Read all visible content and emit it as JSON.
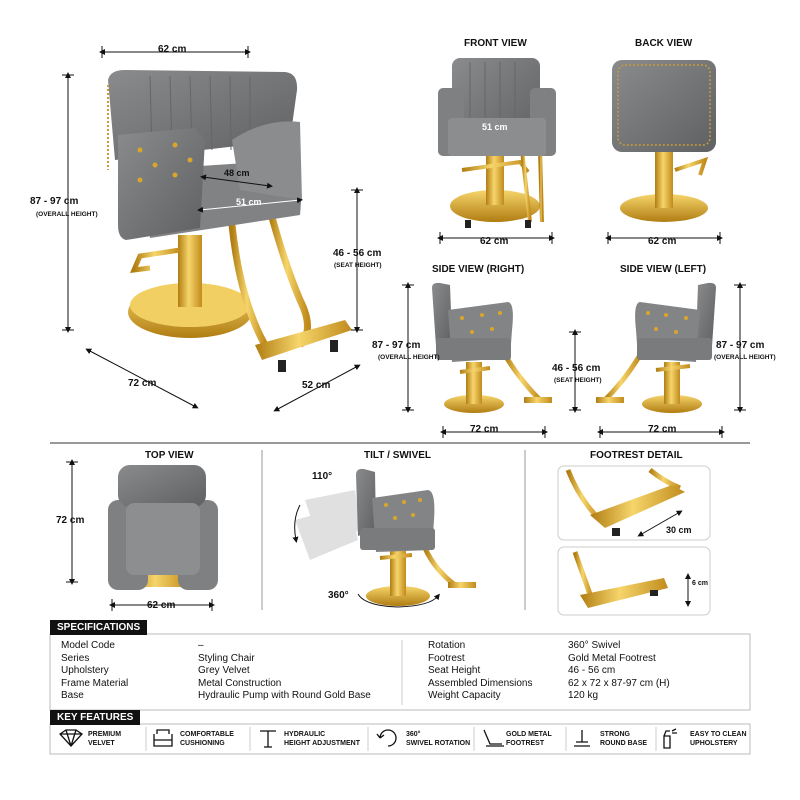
{
  "main_view": {
    "width": "62 cm",
    "height": "87 - 97 cm",
    "height_note": "(OVERALL HEIGHT)",
    "seat_depth": "48 cm",
    "seat_width": "51 cm",
    "seat_height": "46 - 56 cm",
    "seat_height_note": "(SEAT HEIGHT)",
    "depth": "72 cm",
    "footrest": "52 cm"
  },
  "front_view": {
    "title": "FRONT VIEW",
    "seat_width": "51 cm",
    "width": "62 cm"
  },
  "back_view": {
    "title": "BACK VIEW",
    "width": "62 cm"
  },
  "side_right": {
    "title": "SIDE VIEW (RIGHT)",
    "height": "87 - 97 cm",
    "height_note": "(OVERALL HEIGHT)",
    "depth": "72 cm"
  },
  "side_left": {
    "title": "SIDE VIEW (LEFT)",
    "height": "87 - 97 cm",
    "height_note": "(OVERALL HEIGHT)",
    "seat_height": "46 - 56 cm",
    "seat_height_note": "(SEAT HEIGHT)",
    "depth": "72 cm"
  },
  "top_view": {
    "title": "TOP VIEW",
    "depth": "72 cm",
    "width": "62 cm"
  },
  "tilt_view": {
    "title": "TILT / SWIVEL",
    "tilt": "110°",
    "swivel": "360°"
  },
  "footrest_detail": {
    "title": "FOOTREST DETAIL",
    "length": "30 cm",
    "height": "6 cm"
  },
  "specifications": {
    "title": "SPECIFICATIONS",
    "left": [
      {
        "label": "Model Code",
        "value": "–"
      },
      {
        "label": "Series",
        "value": "Styling Chair"
      },
      {
        "label": "Upholstery",
        "value": "Grey Velvet"
      },
      {
        "label": "Frame Material",
        "value": "Metal Construction"
      },
      {
        "label": "Base",
        "value": "Hydraulic Pump with Round Gold Base"
      }
    ],
    "right": [
      {
        "label": "Rotation",
        "value": "360° Swivel"
      },
      {
        "label": "Footrest",
        "value": "Gold Metal Footrest"
      },
      {
        "label": "Seat Height",
        "value": "46 - 56 cm"
      },
      {
        "label": "Assembled Dimensions",
        "value": "62 x 72 x 87-97 cm (H)"
      },
      {
        "label": "Weight Capacity",
        "value": "120 kg"
      }
    ]
  },
  "key_features": {
    "title": "KEY FEATURES",
    "items": [
      {
        "icon": "diamond-icon",
        "line1": "PREMIUM",
        "line2": "VELVET"
      },
      {
        "icon": "sofa-icon",
        "line1": "COMFORTABLE",
        "line2": "CUSHIONING"
      },
      {
        "icon": "hydraulic-icon",
        "line1": "HYDRAULIC",
        "line2": "HEIGHT ADJUSTMENT"
      },
      {
        "icon": "rotate-icon",
        "line1": "360°",
        "line2": "SWIVEL ROTATION"
      },
      {
        "icon": "footrest-icon",
        "line1": "GOLD METAL",
        "line2": "FOOTREST"
      },
      {
        "icon": "base-icon",
        "line1": "STRONG",
        "line2": "ROUND BASE"
      },
      {
        "icon": "spray-icon",
        "line1": "EASY TO CLEAN",
        "line2": "UPHOLSTERY"
      }
    ]
  },
  "colors": {
    "velvet": "#77787a",
    "velvet_dark": "#5e5f61",
    "gold": "#d9a62b",
    "gold_light": "#f3d36a"
  }
}
